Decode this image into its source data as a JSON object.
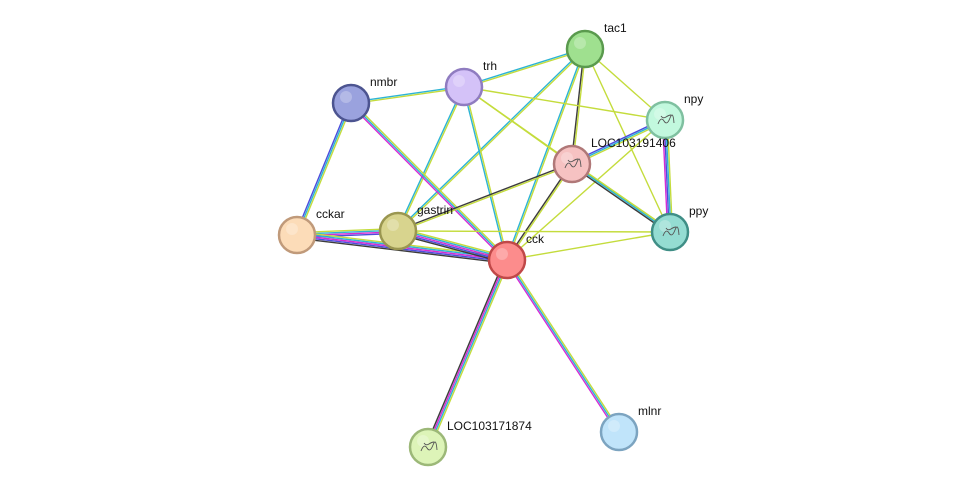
{
  "network": {
    "nodes": [
      {
        "id": "tac1",
        "label": "tac1",
        "color": "#9fe08f",
        "stroke": "#5a9a4e",
        "icon": "none"
      },
      {
        "id": "trh",
        "label": "trh",
        "color": "#d4c2f8",
        "stroke": "#8f7cc0",
        "icon": "none"
      },
      {
        "id": "nmbr",
        "label": "nmbr",
        "color": "#9aa2de",
        "stroke": "#4c5490",
        "icon": "none"
      },
      {
        "id": "npy",
        "label": "npy",
        "color": "#c2f8de",
        "stroke": "#7fc0a0",
        "icon": "protein-structure-icon"
      },
      {
        "id": "LOC103191406",
        "label": "LOC103191406",
        "color": "#f6c2c2",
        "stroke": "#b07878",
        "icon": "protein-structure-icon"
      },
      {
        "id": "ppy",
        "label": "ppy",
        "color": "#94dcd2",
        "stroke": "#3f8e86",
        "icon": "protein-structure-icon"
      },
      {
        "id": "cckar",
        "label": "cckar",
        "color": "#fcdcb8",
        "stroke": "#c09a7a",
        "icon": "none"
      },
      {
        "id": "gastrin",
        "label": "gastrin",
        "color": "#d8d48e",
        "stroke": "#9a9650",
        "icon": "none"
      },
      {
        "id": "cck",
        "label": "cck",
        "color": "#fc8c8c",
        "stroke": "#c04848",
        "icon": "none"
      },
      {
        "id": "LOC103171874",
        "label": "LOC103171874",
        "color": "#ddf4b8",
        "stroke": "#9cb878",
        "icon": "protein-structure-icon"
      },
      {
        "id": "mlnr",
        "label": "mlnr",
        "color": "#c0e4fa",
        "stroke": "#7ca4c0",
        "icon": "none"
      }
    ],
    "edge_colors": {
      "text_mining": "#c4dc3c",
      "database": "#2cb4d4",
      "experiment": "#d42cd4",
      "coexpression": "#3c3c3c",
      "homology": "#4c4cdc"
    },
    "edges": [
      {
        "source": "tac1",
        "target": "trh",
        "evidence": [
          "text_mining",
          "database"
        ]
      },
      {
        "source": "tac1",
        "target": "npy",
        "evidence": [
          "text_mining"
        ]
      },
      {
        "source": "tac1",
        "target": "LOC103191406",
        "evidence": [
          "text_mining",
          "coexpression"
        ]
      },
      {
        "source": "tac1",
        "target": "gastrin",
        "evidence": [
          "text_mining",
          "database"
        ]
      },
      {
        "source": "tac1",
        "target": "cck",
        "evidence": [
          "text_mining",
          "database"
        ]
      },
      {
        "source": "tac1",
        "target": "ppy",
        "evidence": [
          "text_mining"
        ]
      },
      {
        "source": "trh",
        "target": "nmbr",
        "evidence": [
          "text_mining",
          "database"
        ]
      },
      {
        "source": "trh",
        "target": "npy",
        "evidence": [
          "text_mining"
        ]
      },
      {
        "source": "trh",
        "target": "LOC103191406",
        "evidence": [
          "text_mining"
        ]
      },
      {
        "source": "trh",
        "target": "gastrin",
        "evidence": [
          "text_mining",
          "database"
        ]
      },
      {
        "source": "trh",
        "target": "cck",
        "evidence": [
          "text_mining",
          "database"
        ]
      },
      {
        "source": "trh",
        "target": "ppy",
        "evidence": [
          "text_mining"
        ]
      },
      {
        "source": "nmbr",
        "target": "cckar",
        "evidence": [
          "text_mining",
          "database",
          "homology"
        ]
      },
      {
        "source": "nmbr",
        "target": "cck",
        "evidence": [
          "text_mining",
          "database",
          "experiment"
        ]
      },
      {
        "source": "npy",
        "target": "LOC103191406",
        "evidence": [
          "text_mining",
          "database",
          "homology"
        ]
      },
      {
        "source": "npy",
        "target": "ppy",
        "evidence": [
          "text_mining",
          "database",
          "homology",
          "experiment"
        ]
      },
      {
        "source": "npy",
        "target": "cck",
        "evidence": [
          "text_mining"
        ]
      },
      {
        "source": "LOC103191406",
        "target": "ppy",
        "evidence": [
          "text_mining",
          "database",
          "coexpression"
        ]
      },
      {
        "source": "LOC103191406",
        "target": "cck",
        "evidence": [
          "text_mining",
          "coexpression"
        ]
      },
      {
        "source": "LOC103191406",
        "target": "gastrin",
        "evidence": [
          "text_mining",
          "coexpression"
        ]
      },
      {
        "source": "cckar",
        "target": "gastrin",
        "evidence": [
          "text_mining",
          "database",
          "experiment",
          "homology"
        ]
      },
      {
        "source": "cckar",
        "target": "cck",
        "evidence": [
          "text_mining",
          "database",
          "experiment",
          "homology",
          "coexpression"
        ]
      },
      {
        "source": "gastrin",
        "target": "cck",
        "evidence": [
          "text_mining",
          "database",
          "experiment",
          "homology",
          "coexpression"
        ]
      },
      {
        "source": "gastrin",
        "target": "ppy",
        "evidence": [
          "text_mining"
        ]
      },
      {
        "source": "cck",
        "target": "ppy",
        "evidence": [
          "text_mining"
        ]
      },
      {
        "source": "cck",
        "target": "LOC103171874",
        "evidence": [
          "text_mining",
          "database",
          "experiment",
          "coexpression"
        ]
      },
      {
        "source": "cck",
        "target": "mlnr",
        "evidence": [
          "text_mining",
          "database",
          "experiment"
        ]
      }
    ]
  }
}
